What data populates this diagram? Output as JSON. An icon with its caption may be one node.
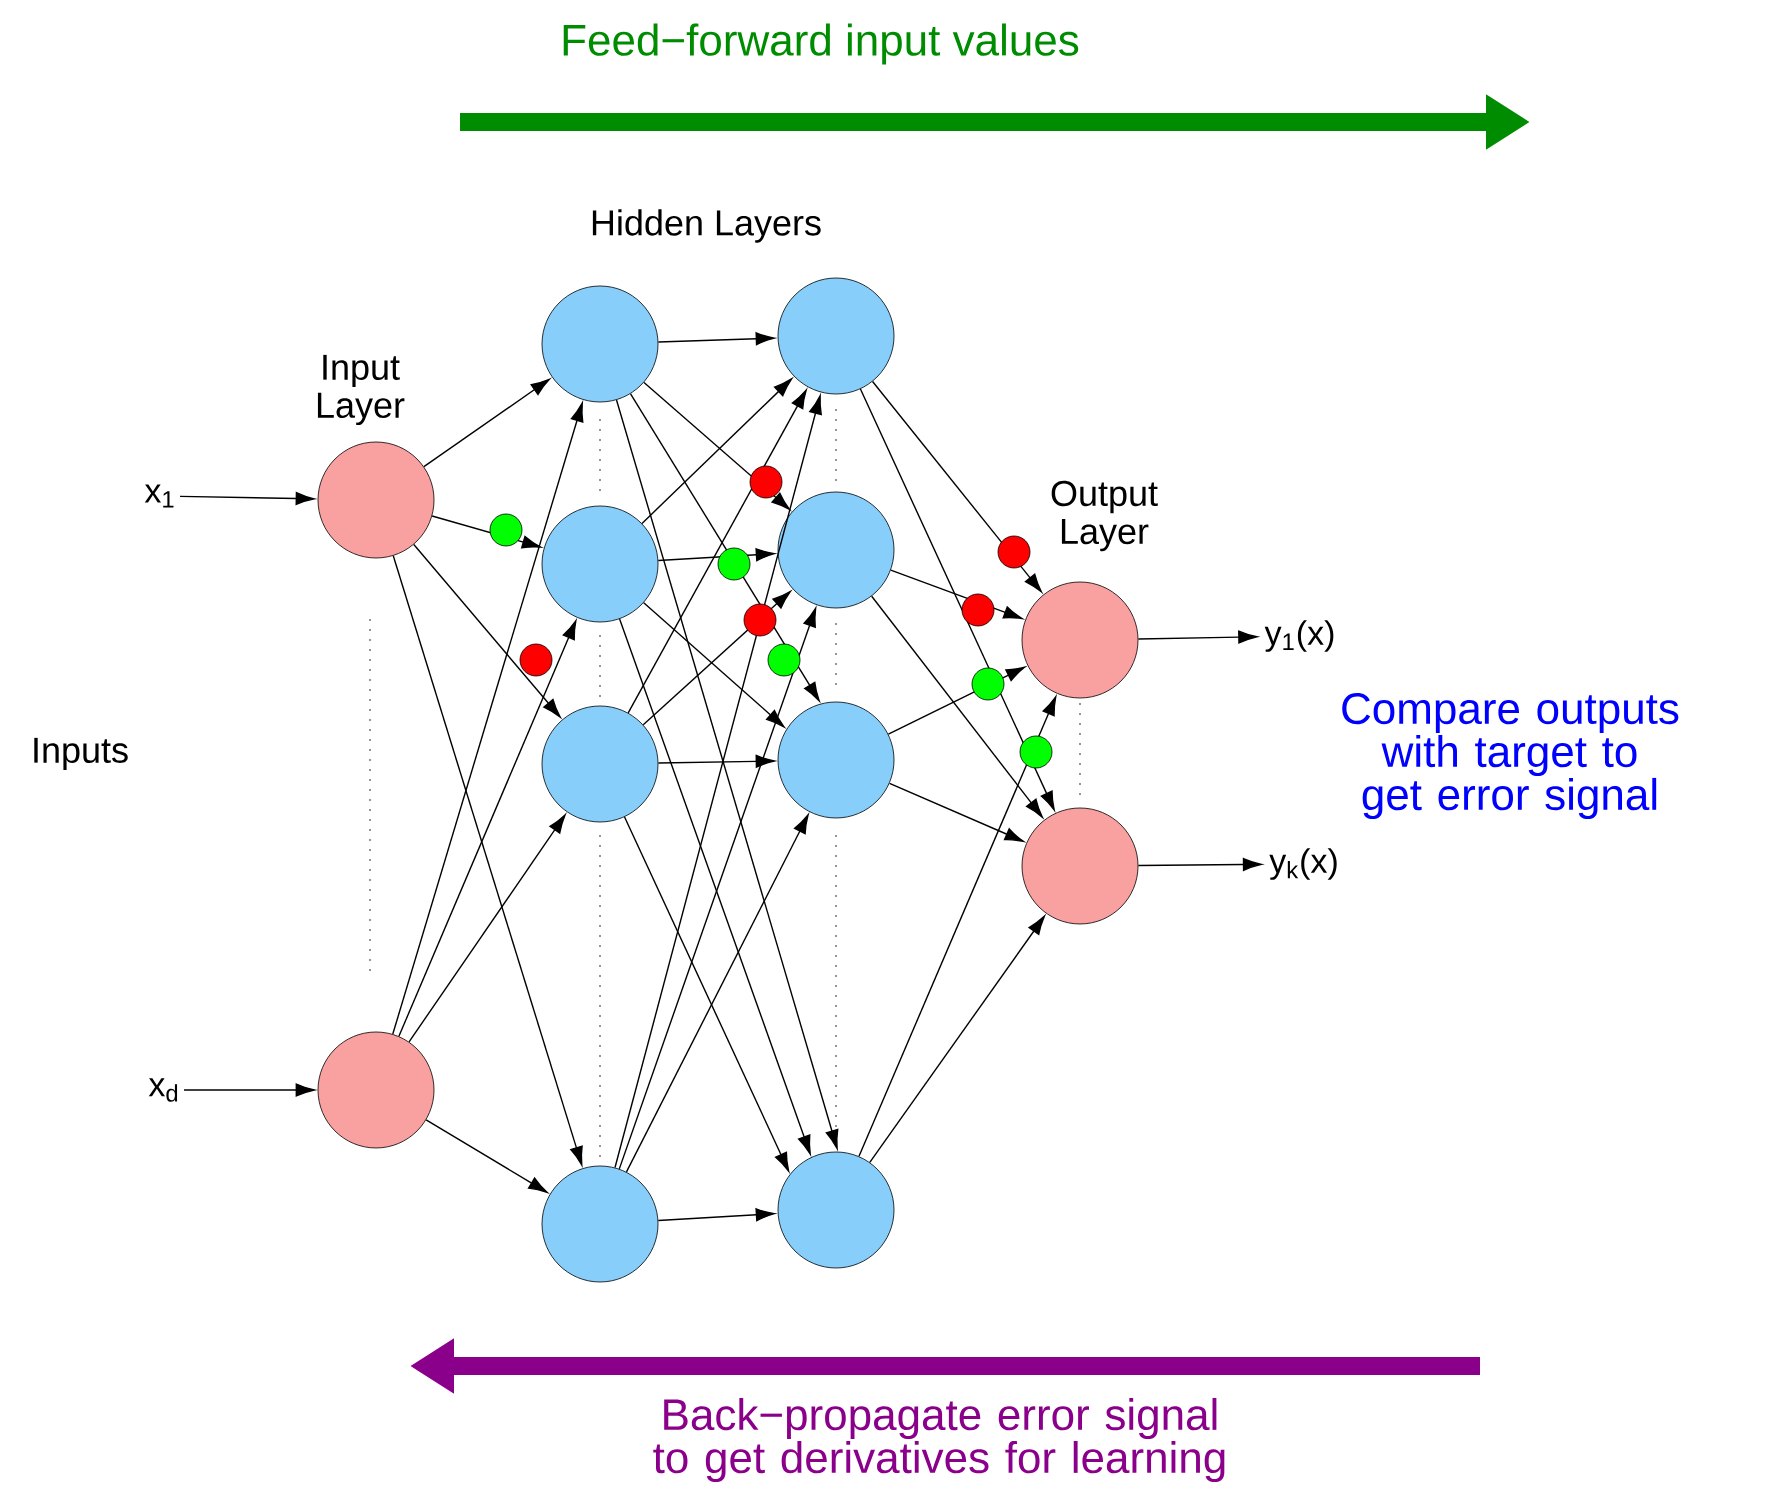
{
  "diagram": {
    "nodes": [
      {
        "text": [
          "x$_{1}$"
        ]
      },
      {
        "text": [
          "x$_{d}$"
        ]
      },
      {
        "text": [],
        "shape": "circle"
      },
      {
        "text": [],
        "shape": "circle"
      },
      {
        "text": [],
        "shape": "circle"
      },
      {
        "text": [],
        "shape": "circle"
      },
      {
        "text": [],
        "shape": "circle"
      },
      {
        "text": [],
        "shape": "circle"
      },
      {
        "text": [],
        "shape": "circle"
      },
      {
        "text": [],
        "shape": "circle"
      },
      {
        "text": [],
        "shape": "circle"
      },
      {
        "text": [],
        "shape": "circle"
      },
      {
        "text": [],
        "shape": "circle"
      },
      {
        "text": [],
        "shape": "circle"
      },
      {
        "text": [
          "y$_{1}$(x)"
        ]
      },
      {
        "text": [
          "y$_{k}$(x)"
        ]
      }
    ],
    "edges": [
      {
        "from": 0,
        "to": 2,
        "arrow": "to"
      },
      {
        "from": 1,
        "to": 3,
        "arrow": "to"
      },
      {
        "from": 2,
        "to": 4,
        "arrow": "to"
      },
      {
        "from": 2,
        "to": 5,
        "arrow": "to"
      },
      {
        "from": 2,
        "to": 6,
        "arrow": "to"
      },
      {
        "from": 2,
        "to": 7,
        "arrow": "to"
      },
      {
        "from": 3,
        "to": 4,
        "arrow": "to"
      },
      {
        "from": 3,
        "to": 5,
        "arrow": "to"
      },
      {
        "from": 3,
        "to": 6,
        "arrow": "to"
      },
      {
        "from": 3,
        "to": 7,
        "arrow": "to"
      },
      {
        "from": 4,
        "to": 8,
        "arrow": "to"
      },
      {
        "from": 4,
        "to": 9,
        "arrow": "to"
      },
      {
        "from": 4,
        "to": 10,
        "arrow": "to"
      },
      {
        "from": 4,
        "to": 11,
        "arrow": "to"
      },
      {
        "from": 5,
        "to": 8,
        "arrow": "to"
      },
      {
        "from": 5,
        "to": 9,
        "arrow": "to"
      },
      {
        "from": 5,
        "to": 10,
        "arrow": "to"
      },
      {
        "from": 5,
        "to": 11,
        "arrow": "to"
      },
      {
        "from": 6,
        "to": 8,
        "arrow": "to"
      },
      {
        "from": 6,
        "to": 9,
        "arrow": "to"
      },
      {
        "from": 6,
        "to": 10,
        "arrow": "to"
      },
      {
        "from": 6,
        "to": 11,
        "arrow": "to"
      },
      {
        "from": 7,
        "to": 8,
        "arrow": "to"
      },
      {
        "from": 7,
        "to": 9,
        "arrow": "to"
      },
      {
        "from": 7,
        "to": 10,
        "arrow": "to"
      },
      {
        "from": 7,
        "to": 11,
        "arrow": "to"
      },
      {
        "from": 8,
        "to": 12,
        "arrow": "to"
      },
      {
        "from": 8,
        "to": 13,
        "arrow": "to"
      },
      {
        "from": 9,
        "to": 12,
        "arrow": "to"
      },
      {
        "from": 9,
        "to": 13,
        "arrow": "to"
      },
      {
        "from": 10,
        "to": 12,
        "arrow": "to"
      },
      {
        "from": 10,
        "to": 13,
        "arrow": "to"
      },
      {
        "from": 11,
        "to": 12,
        "arrow": "to"
      },
      {
        "from": 11,
        "to": 13,
        "arrow": "to"
      },
      {
        "from": 12,
        "to": 14,
        "arrow": "to"
      },
      {
        "from": 13,
        "to": 15,
        "arrow": "to"
      }
    ],
    "labels": [
      "Feed−forward input values",
      "Hidden Layers",
      "Input Layer",
      "Output Layer",
      "Inputs",
      "Compare outputs with target to get error signal",
      "Back−propagate error signal to get derivatives for learning"
    ]
  }
}
